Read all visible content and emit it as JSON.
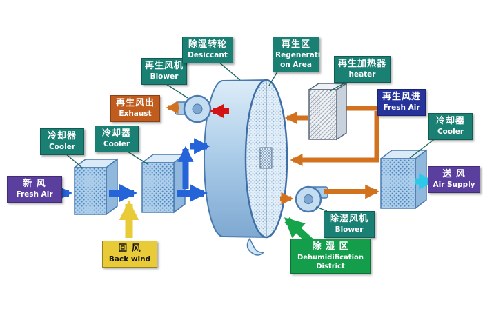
{
  "labels": {
    "fresh_air_in": {
      "lines": [
        "新 风",
        "Fresh Air"
      ]
    },
    "cooler_1": {
      "lines": [
        "冷却器",
        "Cooler"
      ]
    },
    "cooler_2": {
      "lines": [
        "冷却器",
        "Cooler"
      ]
    },
    "back_wind": {
      "lines": [
        "回 风",
        "Back wind"
      ]
    },
    "regen_blower": {
      "lines": [
        "再生风机",
        "Blower"
      ]
    },
    "exhaust": {
      "lines": [
        "再生风出",
        "Exhaust"
      ]
    },
    "desiccant_wheel": {
      "lines": [
        "除湿转轮",
        "Desiccant"
      ]
    },
    "regeneration_area": {
      "lines": [
        "再生区",
        "Regenerati",
        "on Area"
      ]
    },
    "regen_heater": {
      "lines": [
        "再生加热器",
        "heater"
      ]
    },
    "regen_fresh_air": {
      "lines": [
        "再生风进",
        "Fresh Air"
      ]
    },
    "cooler_3": {
      "lines": [
        "冷却器",
        "Cooler"
      ]
    },
    "air_supply": {
      "lines": [
        "送 风",
        "Air Supply"
      ]
    },
    "dehumid_blower": {
      "lines": [
        "除湿风机",
        "Blower"
      ]
    },
    "dehumid_district": {
      "lines": [
        "除 湿 区",
        "Dehumidification",
        "District"
      ]
    }
  },
  "palette": {
    "label_teal": "#1a8074",
    "label_purple": "#5a3f9e",
    "label_navy": "#25339b",
    "label_orange": "#c05c1e",
    "label_yellow": "#e9ca37",
    "label_green": "#149e4c",
    "arrow_blue": "#2563d8",
    "arrow_yellow": "#e9ca37",
    "arrow_orange": "#d2721e",
    "arrow_red": "#d41414",
    "arrow_cyan": "#2ec8e8",
    "arrow_green": "#16a44a",
    "equipment_fill": "#bcd9ef",
    "equipment_outline": "#4a7ab0"
  }
}
